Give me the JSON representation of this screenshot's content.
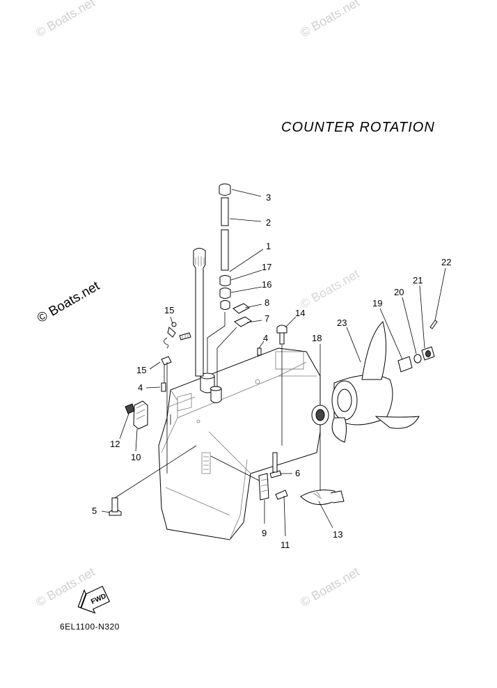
{
  "title": "COUNTER  ROTATION",
  "part_number": "6EL1100-N320",
  "fwd_label": "FWD",
  "watermark": "© Boats.net",
  "callouts": {
    "c1": "1",
    "c2": "2",
    "c3": "3",
    "c4a": "4",
    "c4b": "4",
    "c5": "5",
    "c6": "6",
    "c7": "7",
    "c8": "8",
    "c9": "9",
    "c10": "10",
    "c11": "11",
    "c12": "12",
    "c13": "13",
    "c14": "14",
    "c15a": "15",
    "c15b": "15",
    "c16": "16",
    "c17": "17",
    "c18": "18",
    "c19": "19",
    "c20": "20",
    "c21": "21",
    "c22": "22",
    "c23": "23"
  }
}
